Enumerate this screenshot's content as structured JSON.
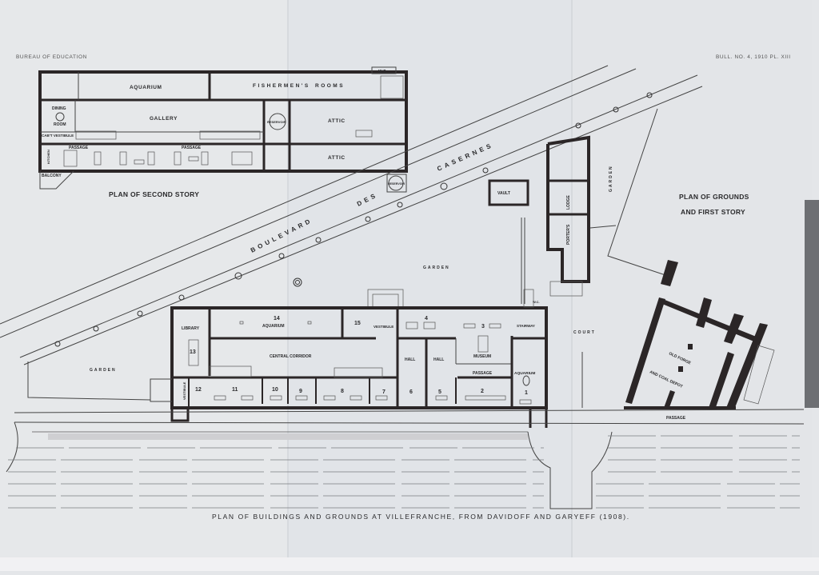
{
  "header": {
    "left": "BUREAU OF EDUCATION",
    "right": "BULL. NO. 4, 1910  PL. XIII"
  },
  "second_story": {
    "title": "PLAN OF SECOND STORY",
    "rooms": {
      "aquarium": "AQUARIUM",
      "fishermens": "FISHERMEN'S",
      "rooms": "ROOMS",
      "wc": "W.C.",
      "dining": "DINING",
      "room": "ROOM",
      "gallery": "GALLERY",
      "reservoir": "RESERVOIR",
      "attic_upper": "ATTIC",
      "attic_lower": "ATTIC",
      "cab_vestibule": "CAB'T VESTIBULE",
      "kitchen": "KITCHEN",
      "passage_left": "PASSAGE",
      "passage_right": "PASSAGE",
      "balcony": "BALCONY",
      "reservoir_outside": "RESERVOIR"
    }
  },
  "grounds": {
    "title_line1": "PLAN OF GROUNDS",
    "title_line2": "AND FIRST STORY",
    "boulevard": "BOULEVARD",
    "des": "DES",
    "casernes": "CASERNES",
    "garden_center": "GARDEN",
    "garden_left": "GARDEN",
    "garden_right": "GARDEN",
    "vault": "VAULT",
    "lodge": "LODGE",
    "porters": "PORTER'S",
    "court": "COURT",
    "old_forge": "OLD FORGE",
    "coal_depot": "AND COAL DEPOT",
    "passage": "PASSAGE",
    "wc": "W.C."
  },
  "first_story": {
    "library": "LIBRARY",
    "aquarium_14_num": "14",
    "aquarium_14": "AQUARIUM",
    "room_15": "15",
    "vestibule_top": "VESTIBULE",
    "room_4": "4",
    "room_3": "3",
    "stairway": "STAIRWAY",
    "room_13": "13",
    "central_corridor": "CENTRAL CORRIDOR",
    "hall_left": "HALL",
    "hall_right": "HALL",
    "museum": "MUSEUM",
    "passage": "PASSAGE",
    "aquarium_right": "AQUARIUM",
    "vestibule_left": "VESTIBULE",
    "room_12": "12",
    "room_11": "11",
    "room_10": "10",
    "room_9": "9",
    "room_8": "8",
    "room_7": "7",
    "room_6": "6",
    "room_5": "5",
    "room_2": "2",
    "room_1": "1"
  },
  "caption": "PLAN OF BUILDINGS AND GROUNDS AT VILLEFRANCHE, FROM DAVIDOFF AND GARYEFF (1908)."
}
